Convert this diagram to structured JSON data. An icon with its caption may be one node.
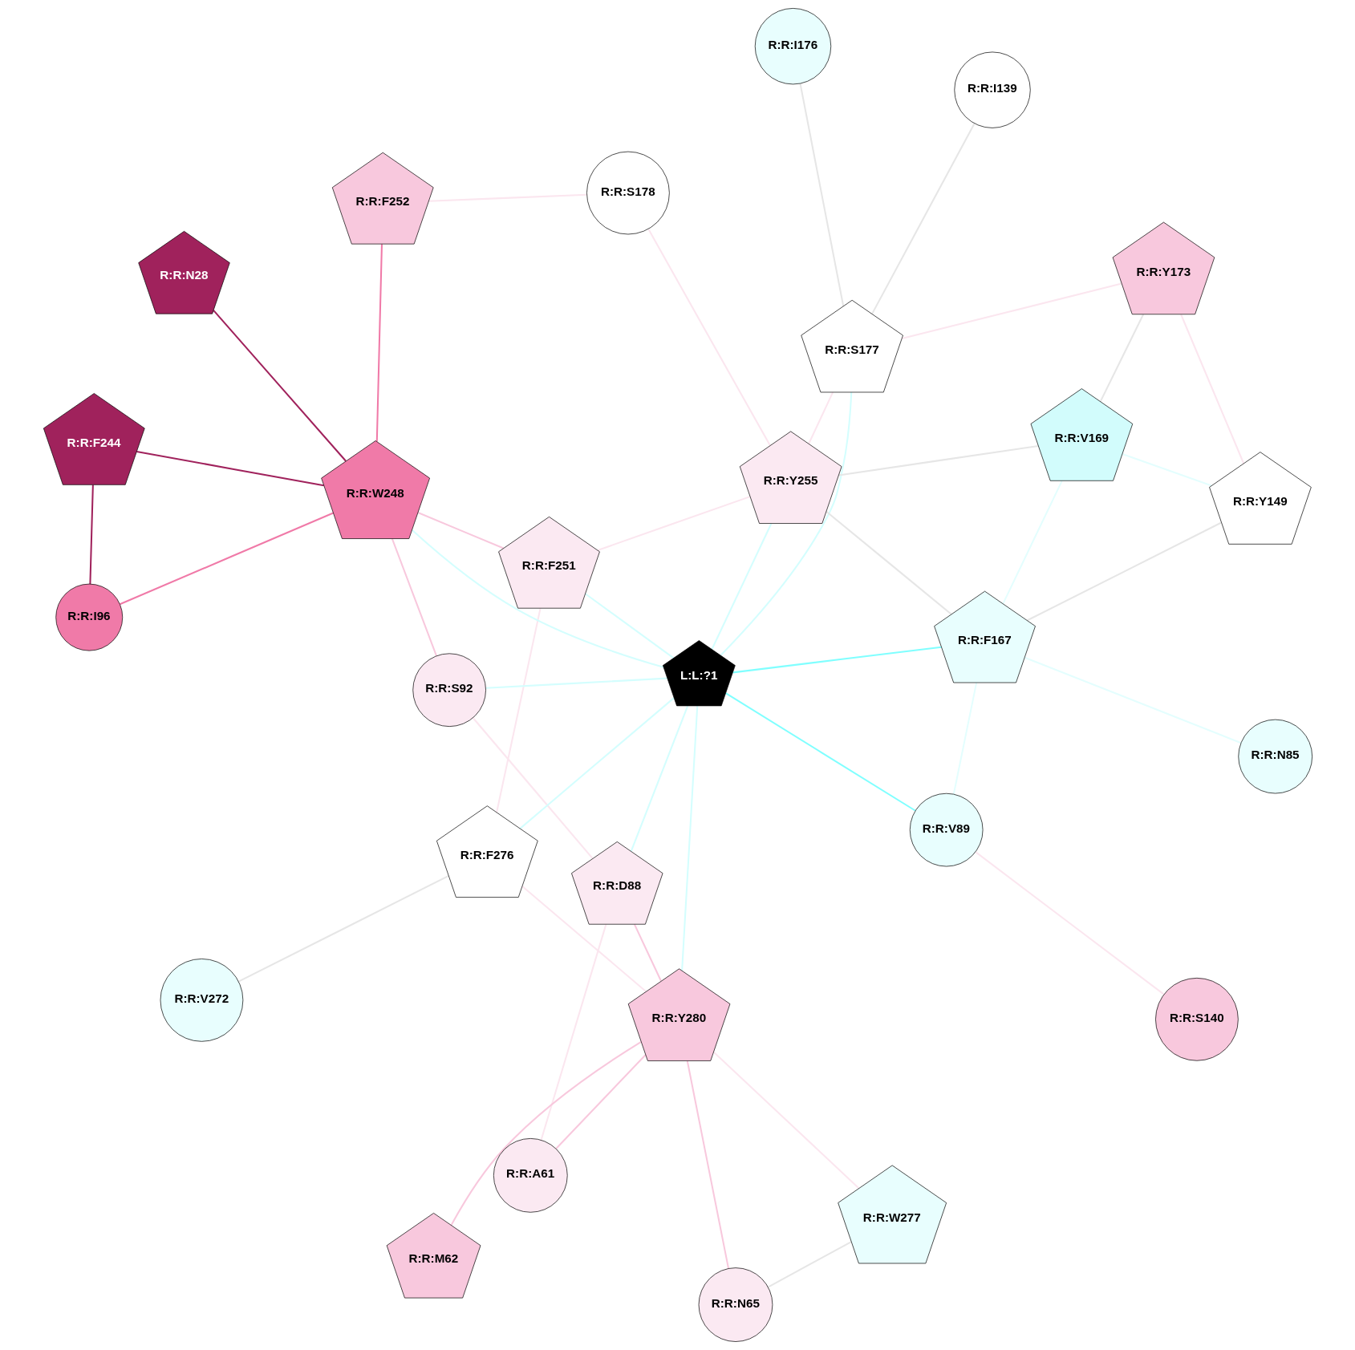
{
  "diagram": {
    "nodes": [
      {
        "text": [
          "R:R:I176"
        ]
      },
      {
        "text": [
          "R:R:A61"
        ]
      },
      {
        "text": [
          "R:R:M62"
        ]
      },
      {
        "text": [
          "R:R:W277"
        ]
      },
      {
        "text": [
          "R:R:N65"
        ]
      },
      {
        "text": [
          "R:R:D88"
        ]
      },
      {
        "text": [
          "R:R:V272"
        ]
      },
      {
        "text": [
          "R:R:Y280"
        ]
      },
      {
        "text": [
          "R:R:V89"
        ]
      },
      {
        "text": [
          "R:R:N85"
        ]
      },
      {
        "text": [
          "R:R:F276"
        ]
      },
      {
        "text": [
          "R:R:S92"
        ]
      },
      {
        "text": [
          "R:R:N28"
        ]
      },
      {
        "text": [
          "R:R:S140"
        ]
      },
      {
        "text": [
          "L:L:?1"
        ]
      },
      {
        "text": [
          "R:R:Y255"
        ]
      },
      {
        "text": [
          "R:R:F167"
        ]
      },
      {
        "text": [
          "R:R:F252"
        ]
      },
      {
        "text": [
          "R:R:I96"
        ]
      },
      {
        "text": [
          "R:R:F251"
        ]
      },
      {
        "text": [
          "R:R:S177"
        ]
      },
      {
        "text": [
          "R:R:W248"
        ]
      },
      {
        "text": [
          "R:R:F244"
        ]
      },
      {
        "text": [
          "R:R:I139"
        ]
      },
      {
        "text": [
          "R:R:S178"
        ]
      },
      {
        "text": [
          "R:R:Y149"
        ]
      },
      {
        "text": [
          "R:R:Y173"
        ]
      },
      {
        "text": [
          "R:R:V169"
        ]
      }
    ],
    "edges": [
      {
        "from": 14,
        "to": 8,
        "arrow": "none",
        "color": "#80ffff"
      },
      {
        "from": 14,
        "to": 16,
        "arrow": "none",
        "color": "#80ffff"
      },
      {
        "from": 14,
        "to": 10,
        "arrow": "none",
        "color": "#d4fefe"
      },
      {
        "from": 14,
        "to": 11,
        "arrow": "none",
        "color": "#d4fefe"
      },
      {
        "from": 14,
        "to": 7,
        "arrow": "none",
        "color": "#d4fefe"
      },
      {
        "from": 14,
        "to": 5,
        "arrow": "none",
        "color": "#d4fefe"
      },
      {
        "from": 14,
        "to": 15,
        "arrow": "none",
        "color": "#d4fefe"
      },
      {
        "from": 14,
        "to": 19,
        "arrow": "none",
        "color": "#d4fefe"
      },
      {
        "from": 14,
        "to": 21,
        "arrow": "none",
        "color": "#d4fefe"
      },
      {
        "from": 14,
        "to": 20,
        "arrow": "none",
        "color": "#d4fefe"
      },
      {
        "from": 0,
        "to": 20,
        "arrow": "none",
        "color": "#e6e6e6"
      },
      {
        "from": 1,
        "to": 7,
        "arrow": "none",
        "color": "#f8c8dd"
      },
      {
        "from": 1,
        "to": 5,
        "arrow": "none",
        "color": "#fbe6ef"
      },
      {
        "from": 2,
        "to": 7,
        "arrow": "none",
        "color": "#f8c8dd"
      },
      {
        "from": 3,
        "to": 4,
        "arrow": "none",
        "color": "#e6e6e6"
      },
      {
        "from": 3,
        "to": 7,
        "arrow": "none",
        "color": "#fbe6ef"
      },
      {
        "from": 4,
        "to": 7,
        "arrow": "none",
        "color": "#f8c8dd"
      },
      {
        "from": 5,
        "to": 7,
        "arrow": "none",
        "color": "#f8c8dd"
      },
      {
        "from": 5,
        "to": 11,
        "arrow": "none",
        "color": "#fbe6ef"
      },
      {
        "from": 8,
        "to": 13,
        "arrow": "none",
        "color": "#fbe6ef"
      },
      {
        "from": 8,
        "to": 16,
        "arrow": "none",
        "color": "#e4fefe"
      },
      {
        "from": 9,
        "to": 16,
        "arrow": "none",
        "color": "#e4fefe"
      },
      {
        "from": 6,
        "to": 10,
        "arrow": "none",
        "color": "#e6e6e6"
      },
      {
        "from": 7,
        "to": 10,
        "arrow": "none",
        "color": "#fbe6ef"
      },
      {
        "from": 10,
        "to": 19,
        "arrow": "none",
        "color": "#fbe6ef"
      },
      {
        "from": 12,
        "to": 21,
        "arrow": "none",
        "color": "#a0225c"
      },
      {
        "from": 11,
        "to": 21,
        "arrow": "none",
        "color": "#f8c8dd"
      },
      {
        "from": 15,
        "to": 16,
        "arrow": "none",
        "color": "#e6e6e6"
      },
      {
        "from": 15,
        "to": 20,
        "arrow": "none",
        "color": "#fbe6ef"
      },
      {
        "from": 15,
        "to": 19,
        "arrow": "none",
        "color": "#fbe6ef"
      },
      {
        "from": 15,
        "to": 24,
        "arrow": "none",
        "color": "#fbe6ef"
      },
      {
        "from": 15,
        "to": 27,
        "arrow": "none",
        "color": "#e6e6e6"
      },
      {
        "from": 17,
        "to": 21,
        "arrow": "none",
        "color": "#f07aa8"
      },
      {
        "from": 17,
        "to": 24,
        "arrow": "none",
        "color": "#fbe6ef"
      },
      {
        "from": 18,
        "to": 22,
        "arrow": "none",
        "color": "#a0225c"
      },
      {
        "from": 18,
        "to": 21,
        "arrow": "none",
        "color": "#f07aa8"
      },
      {
        "from": 22,
        "to": 21,
        "arrow": "none",
        "color": "#a0225c"
      },
      {
        "from": 19,
        "to": 21,
        "arrow": "none",
        "color": "#f8c8dd"
      },
      {
        "from": 16,
        "to": 25,
        "arrow": "none",
        "color": "#e6e6e6"
      },
      {
        "from": 16,
        "to": 27,
        "arrow": "none",
        "color": "#e4fefe"
      },
      {
        "from": 20,
        "to": 23,
        "arrow": "none",
        "color": "#e6e6e6"
      },
      {
        "from": 20,
        "to": 26,
        "arrow": "none",
        "color": "#fbe6ef"
      },
      {
        "from": 25,
        "to": 26,
        "arrow": "none",
        "color": "#fbe6ef"
      },
      {
        "from": 25,
        "to": 27,
        "arrow": "none",
        "color": "#e4fefe"
      },
      {
        "from": 26,
        "to": 27,
        "arrow": "none",
        "color": "#e6e6e6"
      }
    ]
  }
}
